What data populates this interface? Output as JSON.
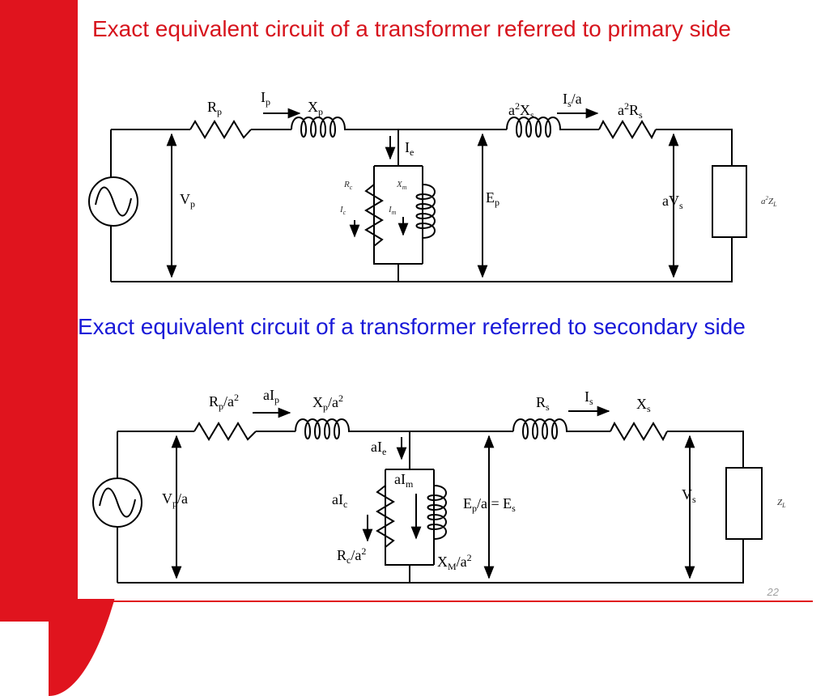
{
  "slide": {
    "title_primary": "Exact equivalent circuit of a transformer referred to primary side",
    "title_secondary": "Exact equivalent circuit of a transformer referred to secondary side",
    "slide_number": "22",
    "colors": {
      "accent_red": "#e0141e",
      "title_red": "#d7141d",
      "title_blue": "#1a1ad8"
    }
  },
  "circuit_primary": {
    "Rp": {
      "main": "R",
      "sub": "p"
    },
    "Ip": {
      "main": "I",
      "sub": "p"
    },
    "Xp": {
      "main": "X",
      "sub": "p"
    },
    "a2Xs": {
      "pre": "a",
      "sup": "2",
      "main": "X",
      "sub": "s"
    },
    "Isa": {
      "main": "I",
      "sub": "s",
      "post": "/a"
    },
    "a2Rs": {
      "pre": "a",
      "sup": "2",
      "main": "R",
      "sub": "s"
    },
    "Ie": {
      "main": "I",
      "sub": "e"
    },
    "Vp": {
      "main": "V",
      "sub": "p"
    },
    "Ep": {
      "main": "E",
      "sub": "p"
    },
    "aVs": {
      "pre": "a",
      "main": "V",
      "sub": "s"
    },
    "Rc": {
      "main": "R",
      "sub": "c"
    },
    "Ic": {
      "main": "I",
      "sub": "c"
    },
    "Xm": {
      "main": "X",
      "sub": "m"
    },
    "Im": {
      "main": "I",
      "sub": "m"
    },
    "load": {
      "pre": "a",
      "sup": "2",
      "main": "Z",
      "sub": "L"
    }
  },
  "circuit_secondary": {
    "Rpa2": {
      "main": "R",
      "sub": "p",
      "mid": "/a",
      "sup": "2"
    },
    "aIp": {
      "pre": "a",
      "main": "I",
      "sub": "p"
    },
    "Xpa2": {
      "main": "X",
      "sub": "p",
      "mid": "/a",
      "sup": "2"
    },
    "Rs": {
      "main": "R",
      "sub": "s"
    },
    "Is": {
      "main": "I",
      "sub": "s"
    },
    "Xs": {
      "main": "X",
      "sub": "s"
    },
    "aIe": {
      "pre": "a",
      "main": "I",
      "sub": "e"
    },
    "aIm": {
      "pre": "a",
      "main": "I",
      "sub": "m"
    },
    "Vpa": {
      "main": "V",
      "sub": "p",
      "post": "/a"
    },
    "aIc": {
      "pre": "a",
      "main": "I",
      "sub": "c"
    },
    "EpEs": {
      "main": "E",
      "sub": "p",
      "mid": "/a = E",
      "sub2": "s"
    },
    "Vs": {
      "main": "V",
      "sub": "s"
    },
    "Rca2": {
      "main": "R",
      "sub": "c",
      "mid": "/a",
      "sup": "2"
    },
    "XMa2": {
      "main": "X",
      "sub": "M",
      "mid": "/a",
      "sup": "2"
    },
    "load": {
      "main": "Z",
      "sub": "L"
    }
  }
}
